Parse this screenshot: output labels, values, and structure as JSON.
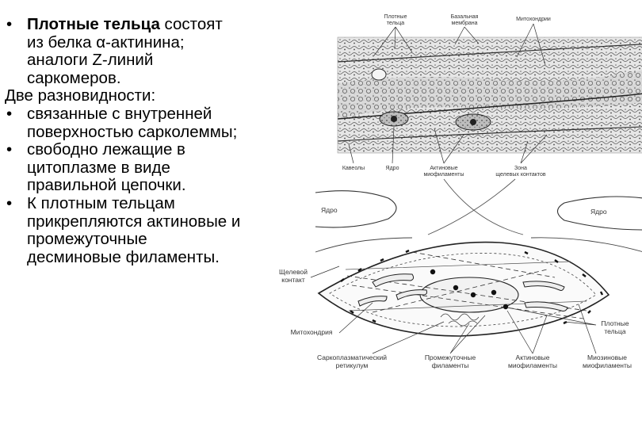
{
  "text": {
    "item1_bold": "Плотные тельца",
    "item1_rest": " состоят",
    "item1_l2": "из белка α-актинина;",
    "item1_l3": "аналоги Z-линий",
    "item1_l4": "саркомеров.",
    "subheading": "Две разновидности:",
    "item2_l1": "связанные с внутренней",
    "item2_l2": "поверхностью сарколеммы;",
    "item3_l1": "свободно лежащие в",
    "item3_l2": "цитоплазме в виде",
    "item3_l3": "правильной цепочки.",
    "item4_l1": "К плотным тельцам",
    "item4_l2": "прикрепляются актиновые и",
    "item4_l3": "промежуточные",
    "item4_l4": "десминовые филаменты.",
    "bullet": "•"
  },
  "micrograph_labels": {
    "dense_bodies_1": "Плотные",
    "dense_bodies_2": "тельца",
    "basal_membrane_1": "Базальная",
    "basal_membrane_2": "мембрана",
    "mitochondria": "Митохондрии",
    "caveolae": "Кавеолы",
    "nucleus": "Ядро",
    "actin_myofil_1": "Актиновые",
    "actin_myofil_2": "миофиламенты",
    "contact_zone_1": "Зона",
    "contact_zone_2": "щелевых контактов"
  },
  "diagram_labels": {
    "nucleus_left": "Ядро",
    "nucleus_right": "Ядро",
    "gap_contact_1": "Щелевой",
    "gap_contact_2": "контакт",
    "mitochondria": "Митохондрия",
    "dense_bodies_1": "Плотные",
    "dense_bodies_2": "тельца",
    "sr_1": "Саркоплазматический",
    "sr_2": "ретикулум",
    "intermediate_1": "Промежуточные",
    "intermediate_2": "филаменты",
    "actin_1": "Актиновые",
    "actin_2": "миофиламенты",
    "myosin_1": "Миозиновые",
    "myosin_2": "миофиламенты"
  }
}
